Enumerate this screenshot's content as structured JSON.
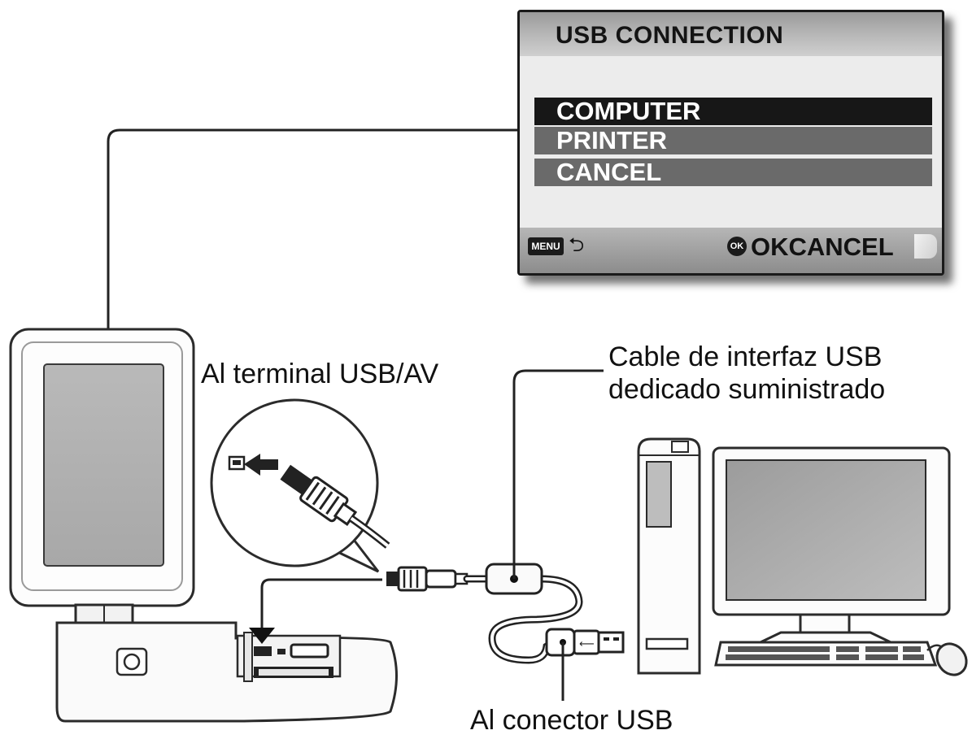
{
  "lcd": {
    "title": "USB CONNECTION",
    "options": [
      {
        "label": "COMPUTER",
        "selected": true
      },
      {
        "label": "PRINTER",
        "selected": false
      },
      {
        "label": "CANCEL",
        "selected": false
      }
    ],
    "footer": {
      "menu_icon_text": "MENU",
      "ok_icon_text": "OK",
      "ok_label": "OKCANCEL"
    }
  },
  "labels": {
    "terminal": "Al terminal USB/AV",
    "cable_line1": "Cable de interfaz USB",
    "cable_line2": "dedicado suministrado",
    "connector": "Al conector USB"
  },
  "icons": [
    "camera",
    "usb-plug",
    "usb-port",
    "computer-tower",
    "monitor",
    "keyboard",
    "mouse",
    "return-arrow"
  ]
}
